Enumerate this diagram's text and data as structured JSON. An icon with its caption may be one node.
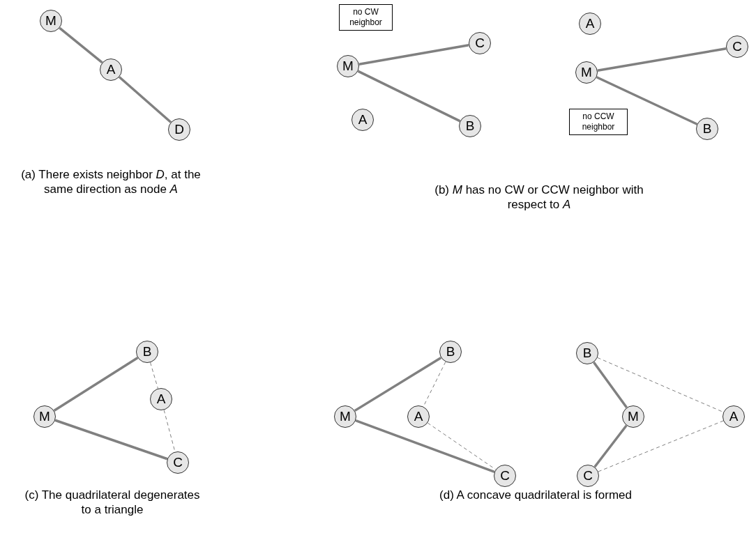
{
  "diagram": {
    "nodes": [
      {
        "text": [
          "M"
        ]
      },
      {
        "text": [
          "A"
        ]
      },
      {
        "text": [
          "D"
        ]
      },
      {
        "text": [
          "no CW neighbor"
        ]
      },
      {
        "text": [
          "M"
        ]
      },
      {
        "text": [
          "C"
        ]
      },
      {
        "text": [
          "A"
        ]
      },
      {
        "text": [
          "B"
        ]
      },
      {
        "text": [
          "A"
        ]
      },
      {
        "text": [
          "C"
        ]
      },
      {
        "text": [
          "M"
        ]
      },
      {
        "text": [
          "no CCW neighbor"
        ]
      },
      {
        "text": [
          "B"
        ]
      },
      {
        "text": [
          "B"
        ]
      },
      {
        "text": [
          "M"
        ]
      },
      {
        "text": [
          "A"
        ]
      },
      {
        "text": [
          "C"
        ]
      },
      {
        "text": [
          "B"
        ]
      },
      {
        "text": [
          "M"
        ]
      },
      {
        "text": [
          "A"
        ]
      },
      {
        "text": [
          "C"
        ]
      },
      {
        "text": [
          "B"
        ]
      },
      {
        "text": [
          "M"
        ]
      },
      {
        "text": [
          "A"
        ]
      },
      {
        "text": [
          "C"
        ]
      }
    ],
    "edges": [
      {
        "from": 0,
        "to": 1,
        "arrow": "none"
      },
      {
        "from": 1,
        "to": 2,
        "arrow": "none"
      },
      {
        "from": 4,
        "to": 5,
        "arrow": "none"
      },
      {
        "from": 4,
        "to": 7,
        "arrow": "none"
      },
      {
        "from": 10,
        "to": 9,
        "arrow": "none"
      },
      {
        "from": 10,
        "to": 12,
        "arrow": "none"
      },
      {
        "from": 14,
        "to": 13,
        "arrow": "none"
      },
      {
        "from": 14,
        "to": 16,
        "arrow": "none"
      },
      {
        "from": 13,
        "to": 15,
        "arrow": "none",
        "style": "dashed"
      },
      {
        "from": 15,
        "to": 16,
        "arrow": "none",
        "style": "dashed"
      },
      {
        "from": 18,
        "to": 17,
        "arrow": "none"
      },
      {
        "from": 18,
        "to": 20,
        "arrow": "none"
      },
      {
        "from": 17,
        "to": 19,
        "arrow": "none",
        "style": "dashed"
      },
      {
        "from": 19,
        "to": 20,
        "arrow": "none",
        "style": "dashed"
      },
      {
        "from": 21,
        "to": 22,
        "arrow": "none"
      },
      {
        "from": 22,
        "to": 24,
        "arrow": "none"
      },
      {
        "from": 21,
        "to": 23,
        "arrow": "none",
        "style": "dashed"
      },
      {
        "from": 24,
        "to": 23,
        "arrow": "none",
        "style": "dashed"
      }
    ],
    "labels": [
      "(a) There exists neighbor *D*, at the same direction as node *A*",
      "(b) *M* has no CW or CCW neighbor with respect to *A*",
      "(c) The quadrilateral degenerates to a triangle",
      "(d) A concave quadrilateral is formed"
    ]
  }
}
